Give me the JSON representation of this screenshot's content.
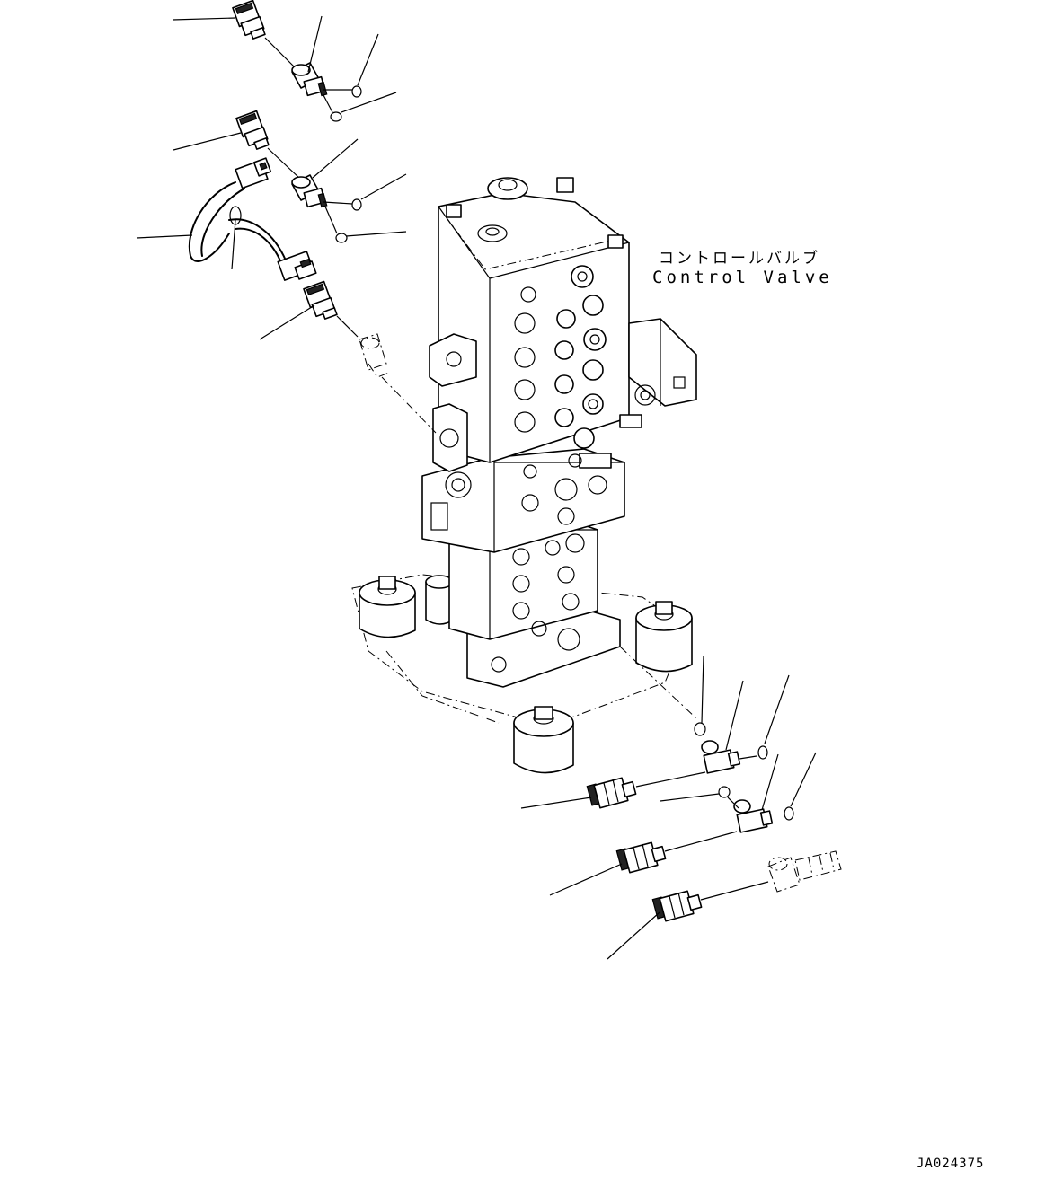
{
  "labels": {
    "part_name_jp": "コントロールバルブ",
    "part_name_en": "Control Valve",
    "drawing_code": "JA024375"
  },
  "icons": {
    "control_valve": "control-valve-assembly-icon",
    "pressure_sensor": "pressure-sensor-icon",
    "elbow_fitting": "elbow-fitting-icon",
    "o_ring": "o-ring-icon",
    "wire_harness": "wire-harness-icon",
    "plug": "plug-icon"
  },
  "colors": {
    "line": "#000000",
    "background": "#ffffff"
  }
}
